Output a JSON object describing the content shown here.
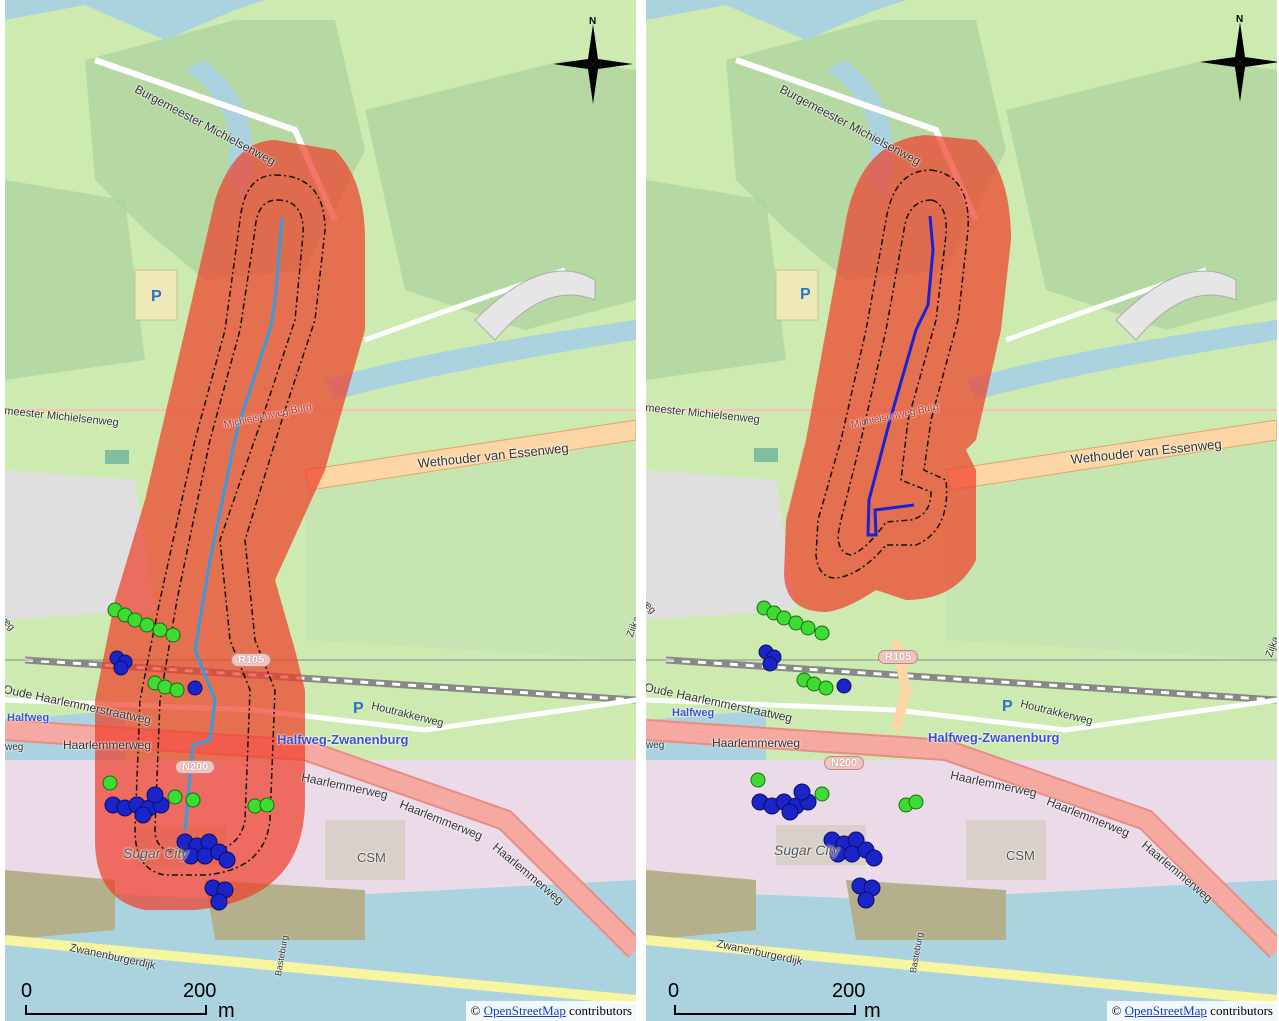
{
  "map": {
    "colors": {
      "park": "#c8e6b0",
      "meadow": "#cdebb0",
      "water": "#aad3df",
      "road_orange": "#fcd6a4",
      "road_trunk": "#f5a9a0",
      "residential": "#e0dfdf",
      "industrial": "#ebdbe8",
      "buffer_red": "#f03c28",
      "buffer_opacity": "0.70",
      "route_left": "#3a9bdc",
      "route_right": "#1a22d6",
      "point_green": "#3cdc32",
      "point_blue": "#1a24c8"
    },
    "panels": [
      {
        "id": "left",
        "labels": {
          "road_burgemeester": "Burgemeester Michielsenweg",
          "road_michielsen_left": "meester Michielsenweg",
          "road_michielsen_burg": "Michielsenweg Burg",
          "road_wethouder": "Wethouder van Essenweg",
          "road_oude": "Oude Haarlemmerstraatweg",
          "road_halfweg": "Halfweg",
          "road_haarlemmerweg_1": "Haarlemmerweg",
          "road_haarlemmerweg_2": "Haarlemmerweg",
          "road_haarlemmerweg_3": "Haarlemmerweg",
          "road_haarlemmerweg_4": "Haarlemmerweg",
          "road_houtrakkerweg": "Houtrakkerweg",
          "station": "Halfweg-Zwanenburg",
          "road_zwanenburgerdijk": "Zwanenburgerdijk",
          "road_basteburg": "Basteburg",
          "area_sugar": "Sugar City",
          "area_csm": "CSM",
          "shield_r105": "R105",
          "shield_n200": "N200",
          "parking": "P",
          "parking_2": "P",
          "road_fragment_left": "weg",
          "road_fragment_right": "Zijka",
          "road_fragment_rstwe": "weg"
        }
      },
      {
        "id": "right",
        "labels": {
          "road_burgemeester": "Burgemeester Michielsenweg",
          "road_michielsen_left": "meester Michielsenweg",
          "road_michielsen_burg": "Michielsenweg Burg",
          "road_wethouder": "Wethouder van Essenweg",
          "road_oude": "Oude Haarlemmerstraatweg",
          "road_halfweg": "Halfweg",
          "road_haarlemmerweg_1": "Haarlemmerweg",
          "road_haarlemmerweg_2": "Haarlemmerweg",
          "road_haarlemmerweg_3": "Haarlemmerweg",
          "road_haarlemmerweg_4": "Haarlemmerweg",
          "road_houtrakkerweg": "Houtrakkerweg",
          "station": "Halfweg-Zwanenburg",
          "road_zwanenburgerdijk": "Zwanenburgerdijk",
          "road_basteburg": "Basteburg",
          "area_sugar": "Sugar City",
          "area_csm": "CSM",
          "shield_r105": "R105",
          "shield_n200": "N200",
          "parking": "P",
          "parking_2": "P",
          "road_fragment_left": "weg",
          "road_fragment_right": "Zijka",
          "road_fragment_rstwe": "weg"
        }
      }
    ],
    "north_arrow": {
      "letter": "N"
    },
    "scale_bar": {
      "start": "0",
      "end": "200",
      "unit": "m"
    },
    "attribution": {
      "prefix": "©",
      "link": "OpenStreetMap",
      "suffix": "contributors"
    }
  }
}
